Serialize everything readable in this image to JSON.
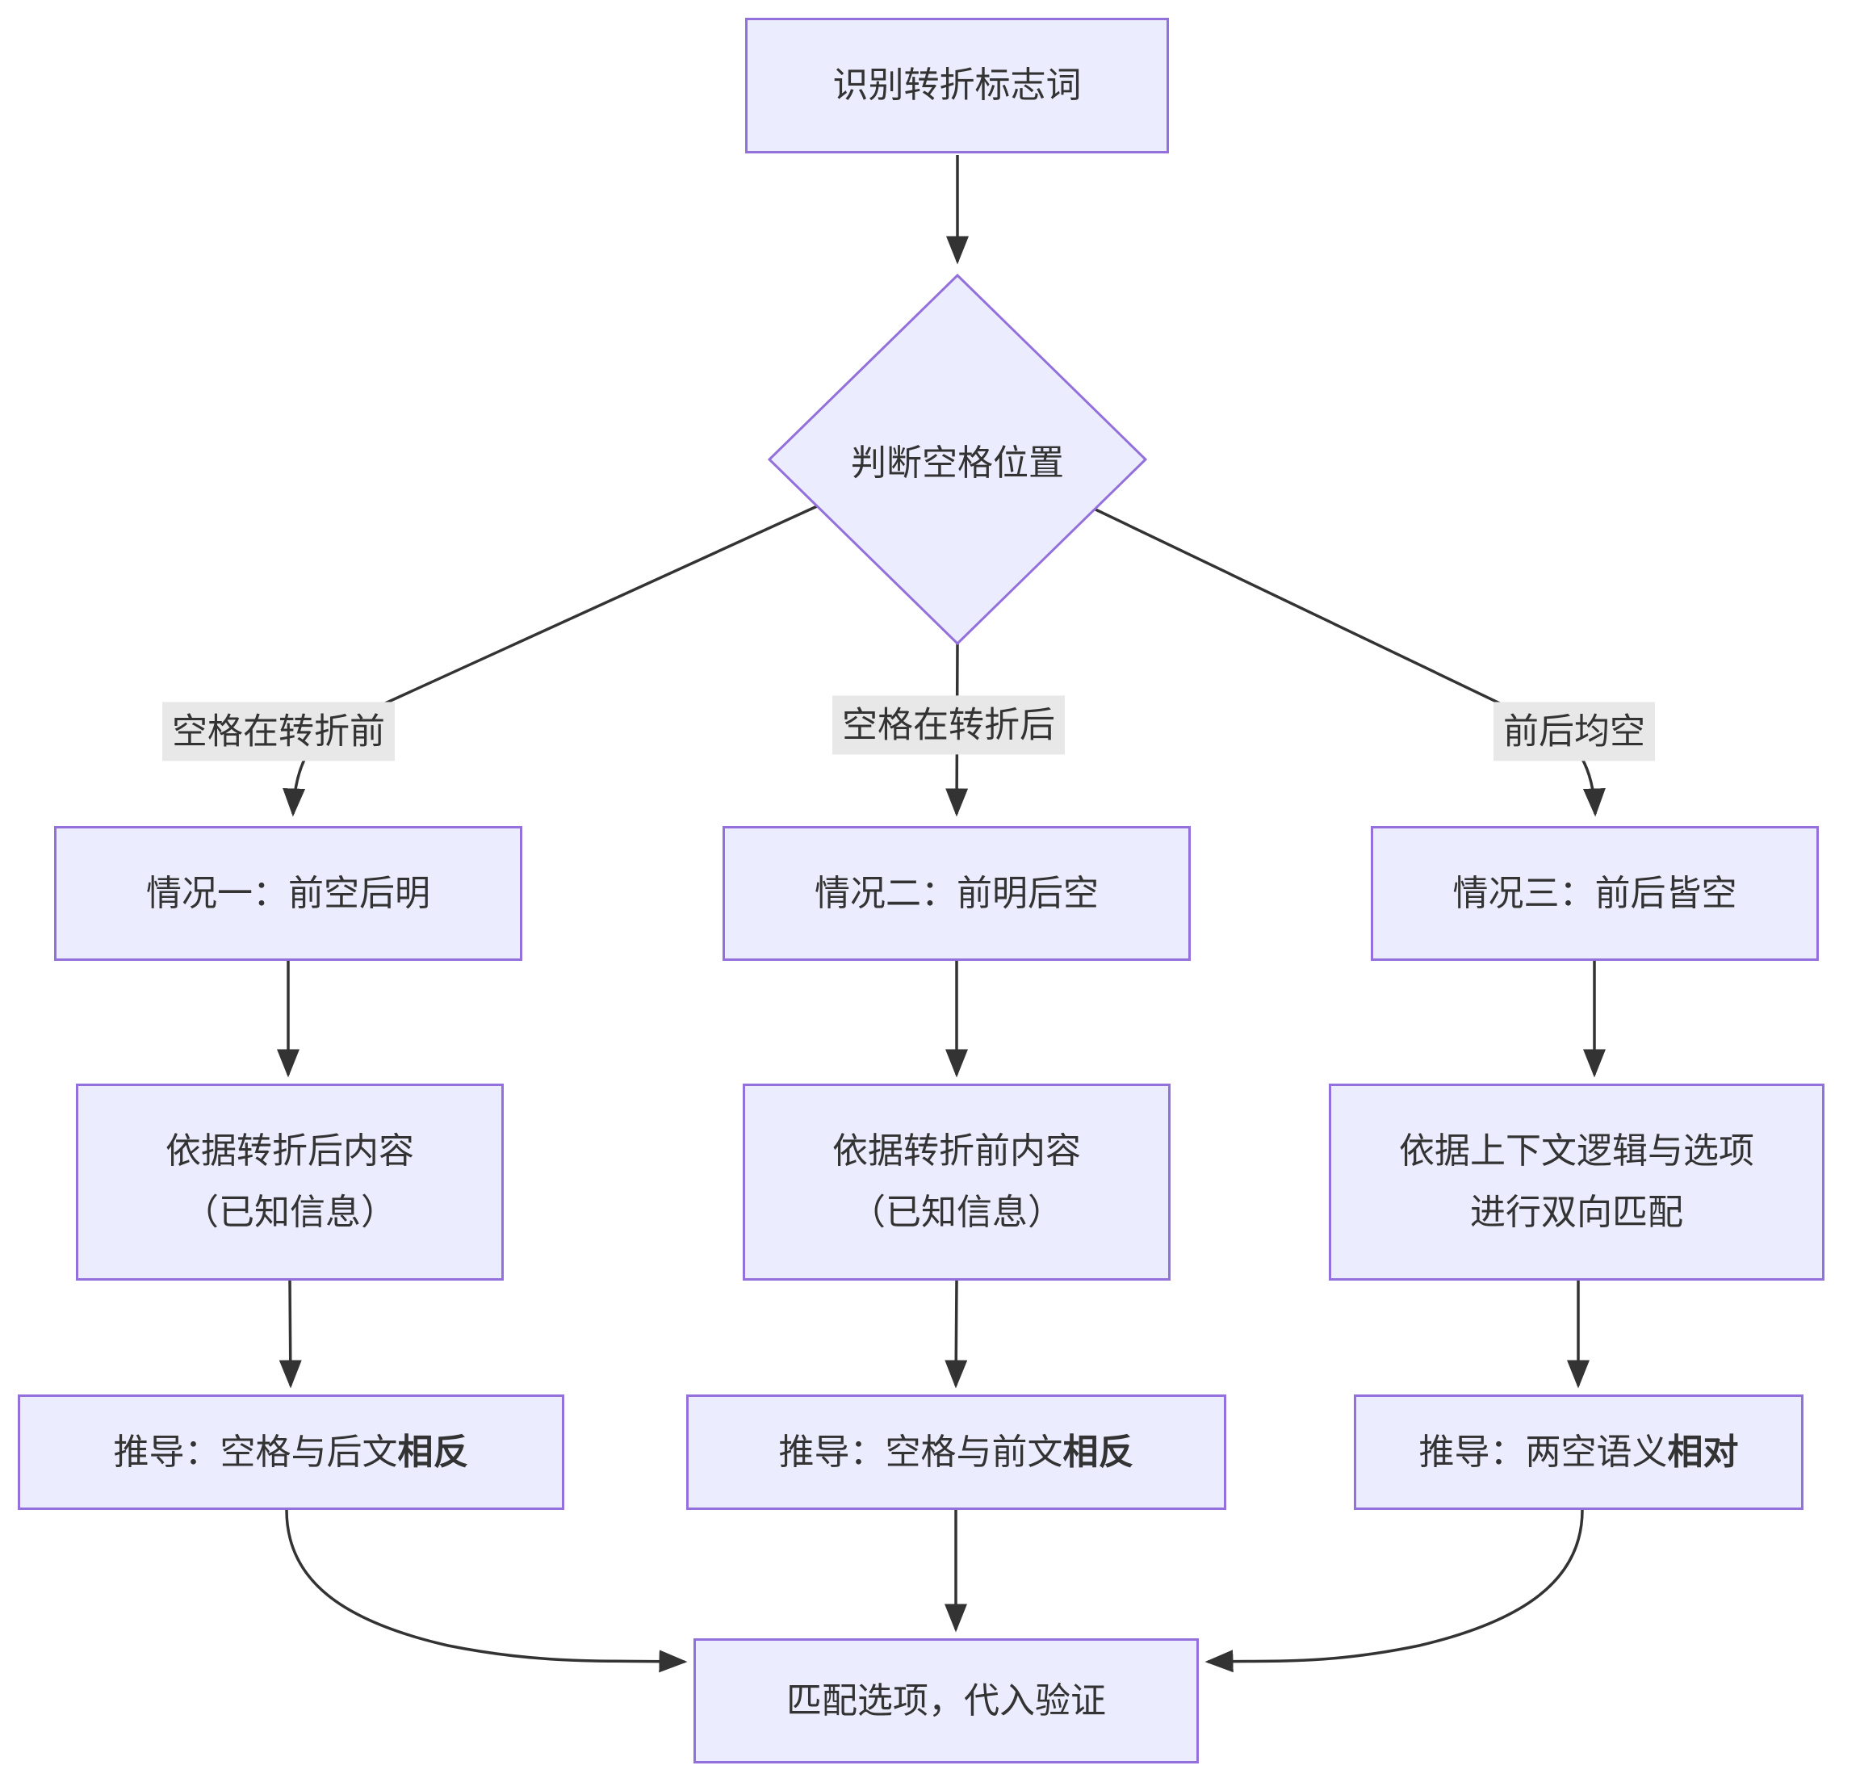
{
  "diagram": {
    "nodes": {
      "start": {
        "label": "识别转折标志词"
      },
      "decision": {
        "label": "判断空格位置"
      },
      "case1": {
        "label": "情况一：前空后明"
      },
      "case2": {
        "label": "情况二：前明后空"
      },
      "case3": {
        "label": "情况三：前后皆空"
      },
      "basis1": {
        "line1": "依据转折后内容",
        "line2": "（已知信息）"
      },
      "basis2": {
        "line1": "依据转折前内容",
        "line2": "（已知信息）"
      },
      "basis3": {
        "line1": "依据上下文逻辑与选项",
        "line2": "进行双向匹配"
      },
      "infer1": {
        "prefix": "推导：空格与后文",
        "emphasis": "相反"
      },
      "infer2": {
        "prefix": "推导：空格与前文",
        "emphasis": "相反"
      },
      "infer3": {
        "prefix": "推导：两空语义",
        "emphasis": "相对"
      },
      "final": {
        "label": "匹配选项，代入验证"
      }
    },
    "edge_labels": {
      "to_case1": "空格在转折前",
      "to_case2": "空格在转折后",
      "to_case3": "前后均空"
    },
    "colors": {
      "node_fill": "#ECECFF",
      "node_border": "#9370DB",
      "line": "#333333",
      "text": "#333333",
      "edge_label_bg": "#e8e8e8"
    }
  }
}
